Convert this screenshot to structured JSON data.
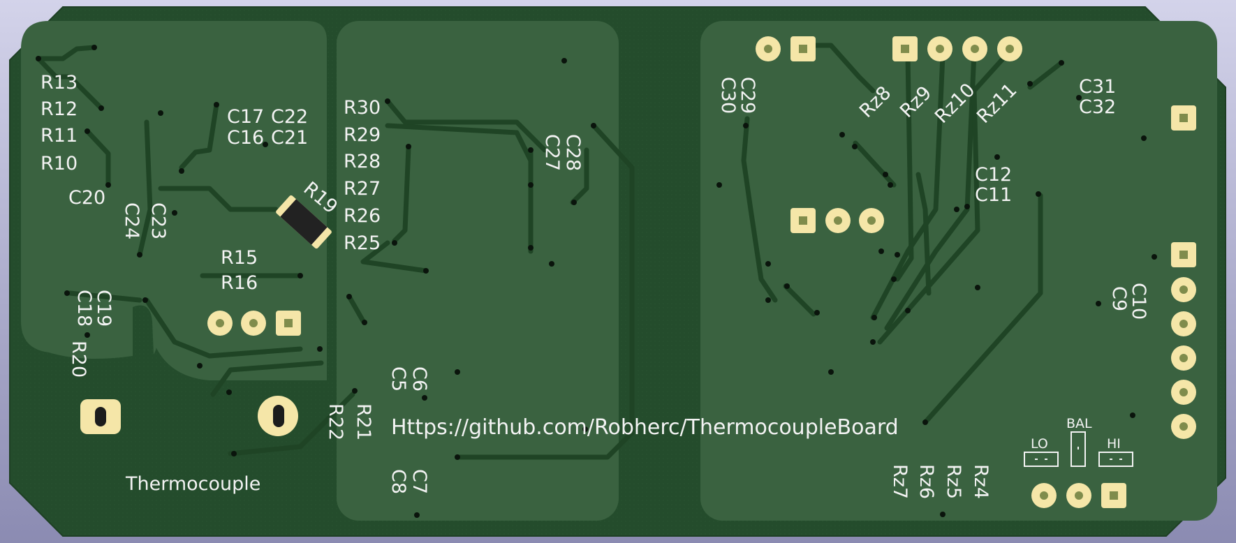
{
  "board": {
    "url": "Https://github.com/Robherc/ThermocoupleBoard",
    "connector_label": "Thermocouple",
    "jumper_labels": {
      "lo": "LO",
      "bal": "BAL",
      "hi": "HI"
    },
    "colors": {
      "substrate": "#244c2c",
      "copper": "#3a6240",
      "silk": "#f3f3f3",
      "pad": "#f5e6a8",
      "background": "#a9a9cc"
    }
  },
  "refs": {
    "r13": "R13",
    "r12": "R12",
    "r11": "R11",
    "r10": "R10",
    "c20": "C20",
    "c24": "C24",
    "c23": "C23",
    "c17": "C17",
    "c16": "C16",
    "c22": "C22",
    "c21": "C21",
    "r19": "R19",
    "r15": "R15",
    "r16": "R16",
    "c19": "C19",
    "c18": "C18",
    "r20": "R20",
    "r30": "R30",
    "r29": "R29",
    "r28": "R28",
    "r27": "R27",
    "r26": "R26",
    "r25": "R25",
    "c28": "C28",
    "c27": "C27",
    "c6": "C6",
    "c5": "C5",
    "r21": "R21",
    "r22": "R22",
    "c7": "C7",
    "c8": "C8",
    "c29": "C29",
    "c30": "C30",
    "rz8": "Rz8",
    "rz9": "Rz9",
    "rz10": "Rz10",
    "rz11": "Rz11",
    "c31": "C31",
    "c32": "C32",
    "c12": "C12",
    "c11": "C11",
    "c10": "C10",
    "c9": "C9",
    "rz7": "Rz7",
    "rz6": "Rz6",
    "rz5": "Rz5",
    "rz4": "Rz4"
  }
}
